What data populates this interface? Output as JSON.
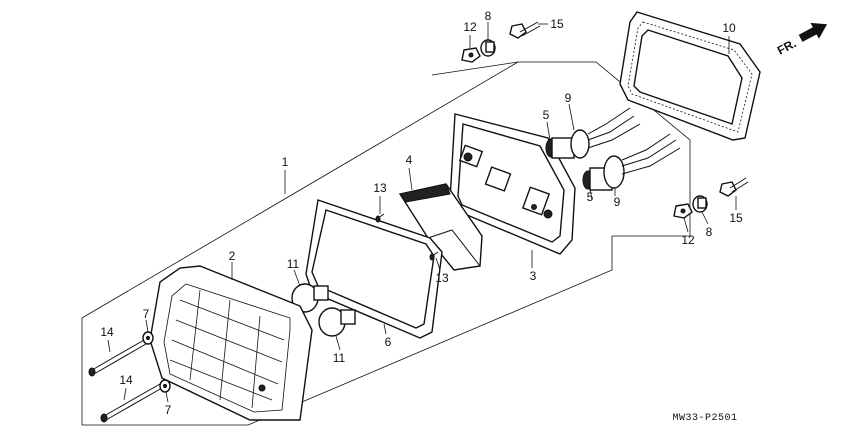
{
  "diagram": {
    "code": "MW33-P2501",
    "direction_label": "FR.",
    "callouts": [
      "1",
      "2",
      "3",
      "4",
      "5",
      "5",
      "6",
      "7",
      "7",
      "8",
      "8",
      "9",
      "9",
      "10",
      "11",
      "11",
      "12",
      "12",
      "13",
      "13",
      "14",
      "14",
      "15",
      "15"
    ]
  },
  "colors": {
    "ink": "#111111",
    "background": "#ffffff"
  }
}
